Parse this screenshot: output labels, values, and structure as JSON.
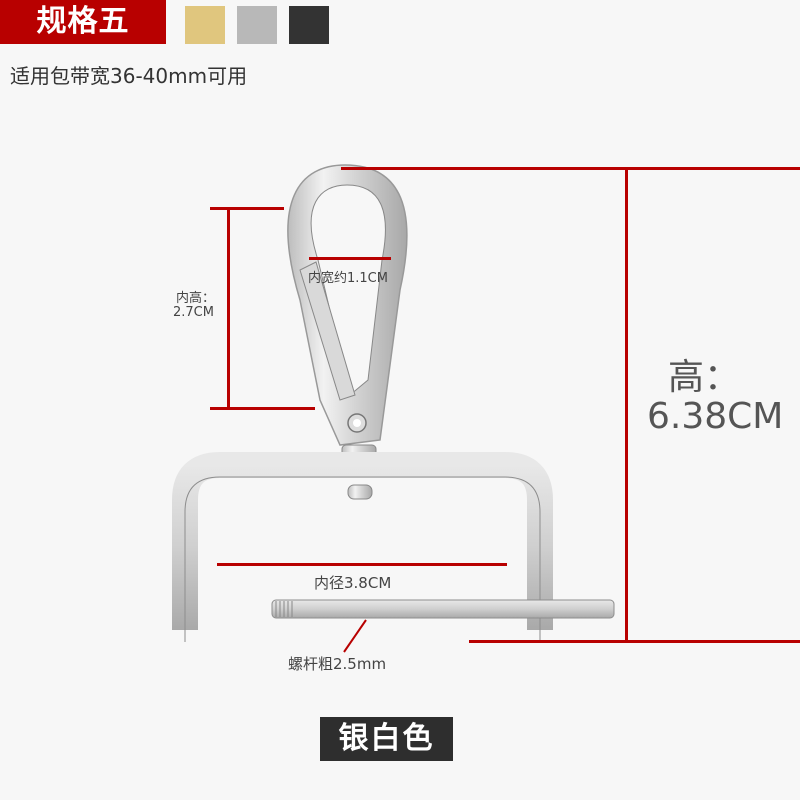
{
  "header": {
    "spec_label": "规格五",
    "color_swatches": [
      {
        "name": "gold",
        "color": "#e0c67e"
      },
      {
        "name": "silver",
        "color": "#b8b8b8"
      },
      {
        "name": "black",
        "color": "#333333"
      }
    ],
    "subtitle": "适用包带宽36-40mm可用"
  },
  "dimensions": {
    "inner_height_label": "内高：",
    "inner_height_value": "2.7CM",
    "inner_width": "内宽约1.1CM",
    "total_height_label": "高：",
    "total_height_value": "6.38CM",
    "inner_diameter": "内径3.8CM",
    "screw_thickness": "螺杆粗2.5mm"
  },
  "product": {
    "color_name": "银白色",
    "accent_color": "#b80000"
  }
}
